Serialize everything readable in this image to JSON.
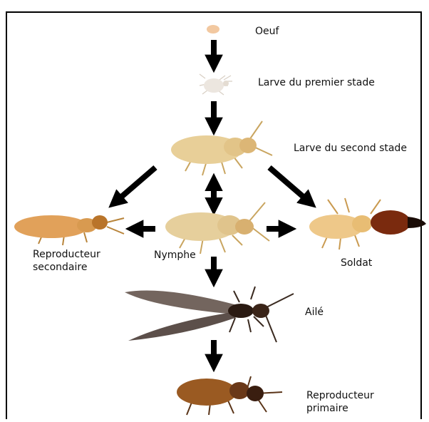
{
  "stages": {
    "egg": "Oeuf",
    "larva1": "Larve du premier stade",
    "larva2": "Larve du second stade",
    "secondary_line1": "Reproducteur",
    "secondary_line2": "secondaire",
    "nymph": "Nymphe",
    "soldier": "Soldat",
    "winged": "Ailé",
    "primary_line1": "Reproducteur",
    "primary_line2": "primaire"
  },
  "colors": {
    "arrow": "#000000",
    "larva": "#e8cf98",
    "worker_body": "#d9b36a",
    "soldier_head": "#7a2a0e",
    "winged_body": "#2a1a12",
    "wing": "#5a4a42",
    "primary_body": "#9a5a22",
    "egg": "#f2c8a0"
  }
}
